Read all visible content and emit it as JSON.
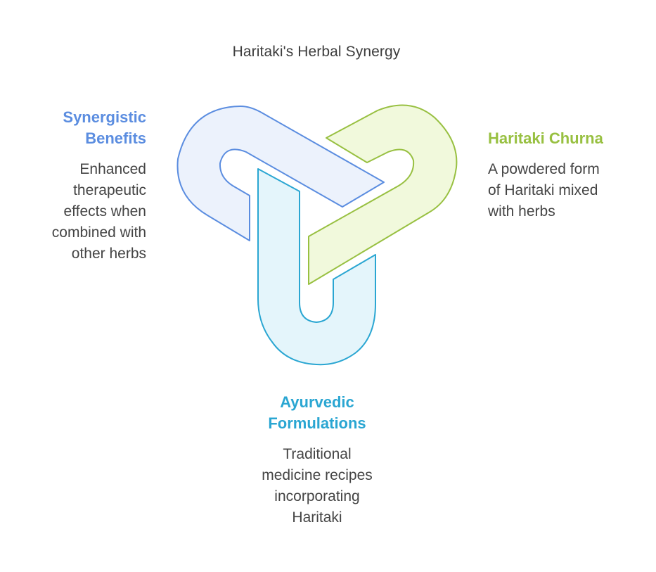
{
  "title": "Haritaki's Herbal Synergy",
  "colors": {
    "blue": "#5b8de0",
    "blue_fill": "#ecf2fc",
    "green": "#98c041",
    "green_fill": "#f1f9dc",
    "cyan": "#2aa6d2",
    "cyan_fill": "#e4f5fb"
  },
  "items": [
    {
      "heading": "Synergistic Benefits",
      "heading_lines": [
        "Synergistic",
        "Benefits"
      ],
      "description": "Enhanced therapeutic effects when combined with other herbs",
      "description_lines": [
        "Enhanced",
        "therapeutic",
        "effects when",
        "combined with",
        "other herbs"
      ],
      "color": "#5b8de0"
    },
    {
      "heading": "Haritaki Churna",
      "heading_lines": [
        "Haritaki Churna"
      ],
      "description": "A powdered form of Haritaki mixed with herbs",
      "description_lines": [
        "A powdered form",
        "of Haritaki mixed",
        "with herbs"
      ],
      "color": "#98c041"
    },
    {
      "heading": "Ayurvedic Formulations",
      "heading_lines": [
        "Ayurvedic",
        "Formulations"
      ],
      "description": "Traditional medicine recipes incorporating Haritaki",
      "description_lines": [
        "Traditional",
        "medicine recipes",
        "incorporating",
        "Haritaki"
      ],
      "color": "#2aa6d2"
    }
  ]
}
